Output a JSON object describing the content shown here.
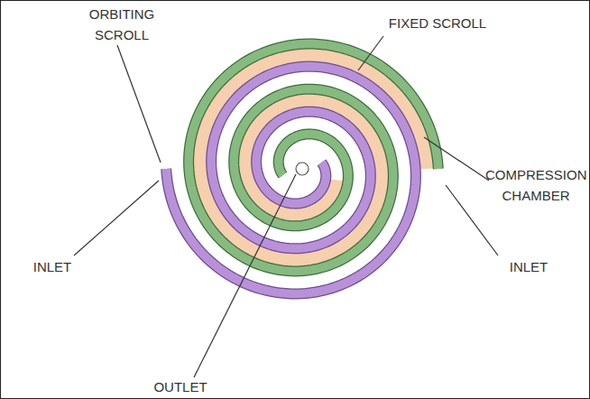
{
  "diagram": {
    "labels": [
      "ORBITING SCROLL",
      "FIXED SCROLL",
      "COMPRESSION CHAMBER",
      "INLET",
      "INLET",
      "OUTLET"
    ]
  }
}
